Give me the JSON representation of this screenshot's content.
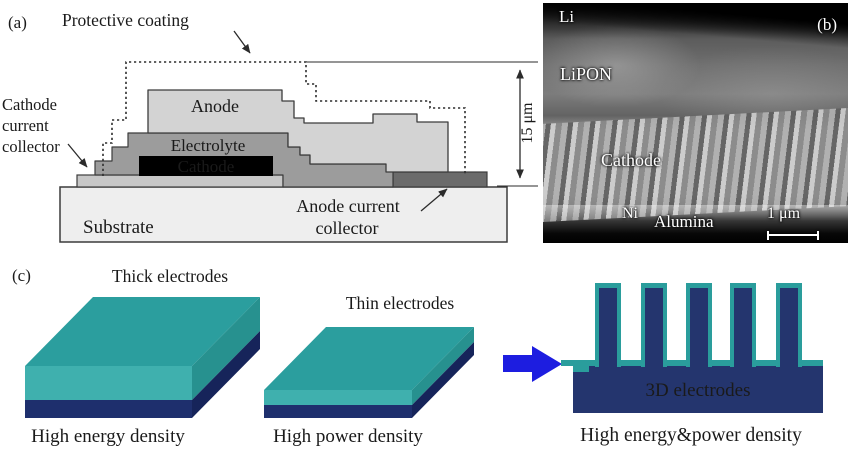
{
  "panel_a": {
    "tag": "(a)",
    "protective_coating_label": "Protective coating",
    "cathode_cc_line1": "Cathode",
    "cathode_cc_line2": "current",
    "cathode_cc_line3": "collector",
    "anode_label": "Anode",
    "electrolyte_label": "Electrolyte",
    "cathode_label": "Cathode",
    "substrate_label": "Substrate",
    "anode_cc_line1": "Anode current",
    "anode_cc_line2": "collector",
    "thickness_label": "15 μm",
    "colors": {
      "anode": "#d3d3d3",
      "electrolyte": "#9c9c9c",
      "cathode": "#000000",
      "substrate": "#eeeeee",
      "cathode_cc": "#c7c7c7",
      "anode_cc": "#6b6b6b"
    }
  },
  "panel_b": {
    "tag": "(b)",
    "labels": {
      "li": "Li",
      "lipon": "LiPON",
      "cathode": "Cathode",
      "ni": "Ni",
      "alumina": "Alumina"
    },
    "scale_bar_label": "1 μm"
  },
  "panel_c": {
    "tag": "(c)",
    "thick_title": "Thick electrodes",
    "thick_caption": "High energy density",
    "thin_title": "Thin electrodes",
    "thin_caption": "High power density",
    "three_d_label": "3D electrodes",
    "three_d_caption": "High energy&power density",
    "colors": {
      "teal_top": "#2b9e9e",
      "teal_front": "#3fb0ae",
      "teal_side": "#27918f",
      "teal": "#2a9d9c",
      "navy": "#1e2f6d",
      "navy_side": "#16245a",
      "navy_base": "#24356e",
      "arrow_blue": "#1d1de0",
      "caption_red": "#e8251c"
    }
  }
}
